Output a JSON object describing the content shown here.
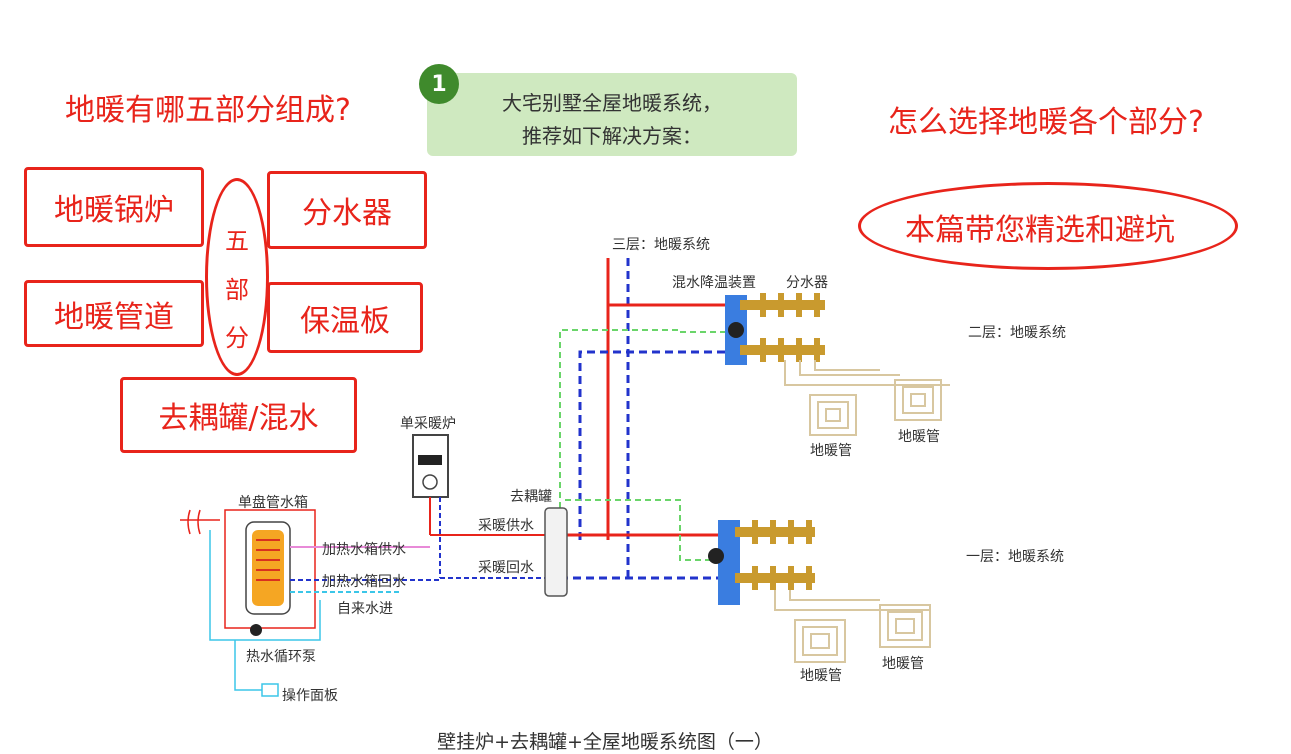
{
  "questions": {
    "left": "地暖有哪五部分组成?",
    "right": "怎么选择地暖各个部分?"
  },
  "banner": {
    "number": "1",
    "line1": "大宅别墅全屋地暖系统，",
    "line2": "推荐如下解决方案："
  },
  "parts": {
    "boiler": "地暖锅炉",
    "manifold": "分水器",
    "pipe": "地暖管道",
    "insulation": "保温板",
    "decoupler": "去耦罐/混水",
    "center_chars": [
      "五",
      "部",
      "分"
    ]
  },
  "promo": "本篇带您精选和避坑",
  "diagram": {
    "floor3": "三层：地暖系统",
    "mixing": "混水降温装置",
    "manifold": "分水器",
    "floor2": "二层：地暖系统",
    "floor1": "一层：地暖系统",
    "pipe_a": "地暖管",
    "pipe_b": "地暖管",
    "pipe_c": "地暖管",
    "pipe_d": "地暖管",
    "boiler": "单采暖炉",
    "decoupler": "去耦罐",
    "supply": "采暖供水",
    "return": "采暖回水",
    "tank": "单盘管水箱",
    "tank_supply": "加热水箱供水",
    "tank_return": "加热水箱回水",
    "tap_in": "自来水进",
    "pump": "热水循环泵",
    "panel": "操作面板"
  },
  "caption": "壁挂炉+去耦罐+全屋地暖系统图（一）",
  "colors": {
    "accent_red": "#e8241b",
    "banner_green": "#cfe9c0",
    "badge_green": "#3f8a2c",
    "supply_pipe": "#e8241b",
    "return_pipe": "#2233cc",
    "tap_pipe": "#3bc6e8",
    "floor_pipe": "#d8c7a0"
  }
}
